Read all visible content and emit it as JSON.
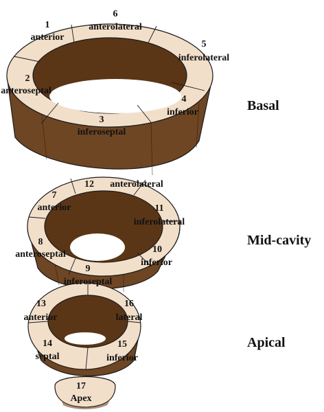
{
  "colors": {
    "top_face": "#f2dfca",
    "outer_wall": "#6e4624",
    "inner_wall": "#5a3617",
    "hole": "#ffffff",
    "outline": "#1a1a1a"
  },
  "sections": {
    "basal": "Basal",
    "mid": "Mid-cavity",
    "apical": "Apical"
  },
  "segments": [
    {
      "num": "1",
      "name": "anterior"
    },
    {
      "num": "2",
      "name": "anteroseptal"
    },
    {
      "num": "3",
      "name": "inferoseptal"
    },
    {
      "num": "4",
      "name": "inferior"
    },
    {
      "num": "5",
      "name": "inferolateral"
    },
    {
      "num": "6",
      "name": "anterolateral"
    },
    {
      "num": "7",
      "name": "anterior"
    },
    {
      "num": "8",
      "name": "anteroseptal"
    },
    {
      "num": "9",
      "name": "inferoseptal"
    },
    {
      "num": "10",
      "name": "inferior"
    },
    {
      "num": "11",
      "name": "inferolateral"
    },
    {
      "num": "12",
      "name": "anterolateral"
    },
    {
      "num": "13",
      "name": "anterior"
    },
    {
      "num": "14",
      "name": "septal"
    },
    {
      "num": "15",
      "name": "inferior"
    },
    {
      "num": "16",
      "name": "lateral"
    },
    {
      "num": "17",
      "name": "Apex"
    }
  ]
}
